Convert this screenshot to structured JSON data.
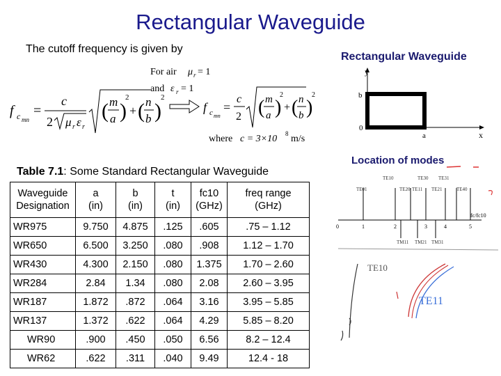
{
  "title": "Rectangular Waveguide",
  "subtitle": "The cutoff frequency is given by",
  "formula": {
    "lhs_main": "f",
    "lhs_sub": "c",
    "lhs_subsub": "mn",
    "equals": "=",
    "c": "c",
    "two": "2",
    "sqrt_mu_eps": "√μ",
    "mu_sub": "r",
    "eps": "ε",
    "eps_sub": "r",
    "m": "m",
    "a": "a",
    "n": "n",
    "b": "b",
    "for_air_1": "For air",
    "mu_r": "μ",
    "eq1": "= 1",
    "and": "and",
    "eps_r": "ε",
    "eq2": "= 1",
    "where": "where",
    "c_val": "c = 3×10",
    "exp": "8",
    "unit": "m/s"
  },
  "right_title": "Rectangular Waveguide",
  "cross_section": {
    "y_label": "y",
    "x_label": "x",
    "b_label": "b",
    "zero_label": "0",
    "a_label": "a"
  },
  "modes_title": "Location of modes",
  "mode_chart": {
    "axis_ticks": [
      "0",
      "1",
      "2",
      "3",
      "4",
      "5"
    ],
    "top_labels": [
      "TE01",
      "TE10",
      "TE20",
      "TE11",
      "TE21",
      "TE30",
      "TE31",
      "TE40"
    ],
    "bottom_labels": [
      "TM11",
      "TM21",
      "TM31"
    ],
    "axis_label": "fc/fc10"
  },
  "sketch": {
    "label_te10": "TE10",
    "label_te11": "TE11"
  },
  "table_caption": {
    "bold": "Table 7.1",
    "rest": ": Some Standard Rectangular Waveguide"
  },
  "table": {
    "headers": [
      {
        "l1": "Waveguide",
        "l2": "Designation"
      },
      {
        "l1": "a",
        "l2": "(in)"
      },
      {
        "l1": "b",
        "l2": "(in)"
      },
      {
        "l1": "t",
        "l2": "(in)"
      },
      {
        "l1": "fc10",
        "l2": "(GHz)"
      },
      {
        "l1": "freq range",
        "l2": "(GHz)"
      }
    ],
    "rows": [
      [
        "WR975",
        "9.750",
        "4.875",
        ".125",
        ".605",
        ".75 – 1.12"
      ],
      [
        "WR650",
        "6.500",
        "3.250",
        ".080",
        ".908",
        "1.12 – 1.70"
      ],
      [
        "WR430",
        "4.300",
        "2.150",
        ".080",
        "1.375",
        "1.70 – 2.60"
      ],
      [
        "WR284",
        "2.84",
        "1.34",
        ".080",
        "2.08",
        "2.60 – 3.95"
      ],
      [
        "WR187",
        "1.872",
        ".872",
        ".064",
        "3.16",
        "3.95 – 5.85"
      ],
      [
        "WR137",
        "1.372",
        ".622",
        ".064",
        "4.29",
        "5.85 – 8.20"
      ],
      [
        "WR90",
        ".900",
        ".450",
        ".050",
        "6.56",
        "8.2 – 12.4"
      ],
      [
        "WR62",
        ".622",
        ".311",
        ".040",
        "9.49",
        "12.4 - 18"
      ]
    ]
  }
}
